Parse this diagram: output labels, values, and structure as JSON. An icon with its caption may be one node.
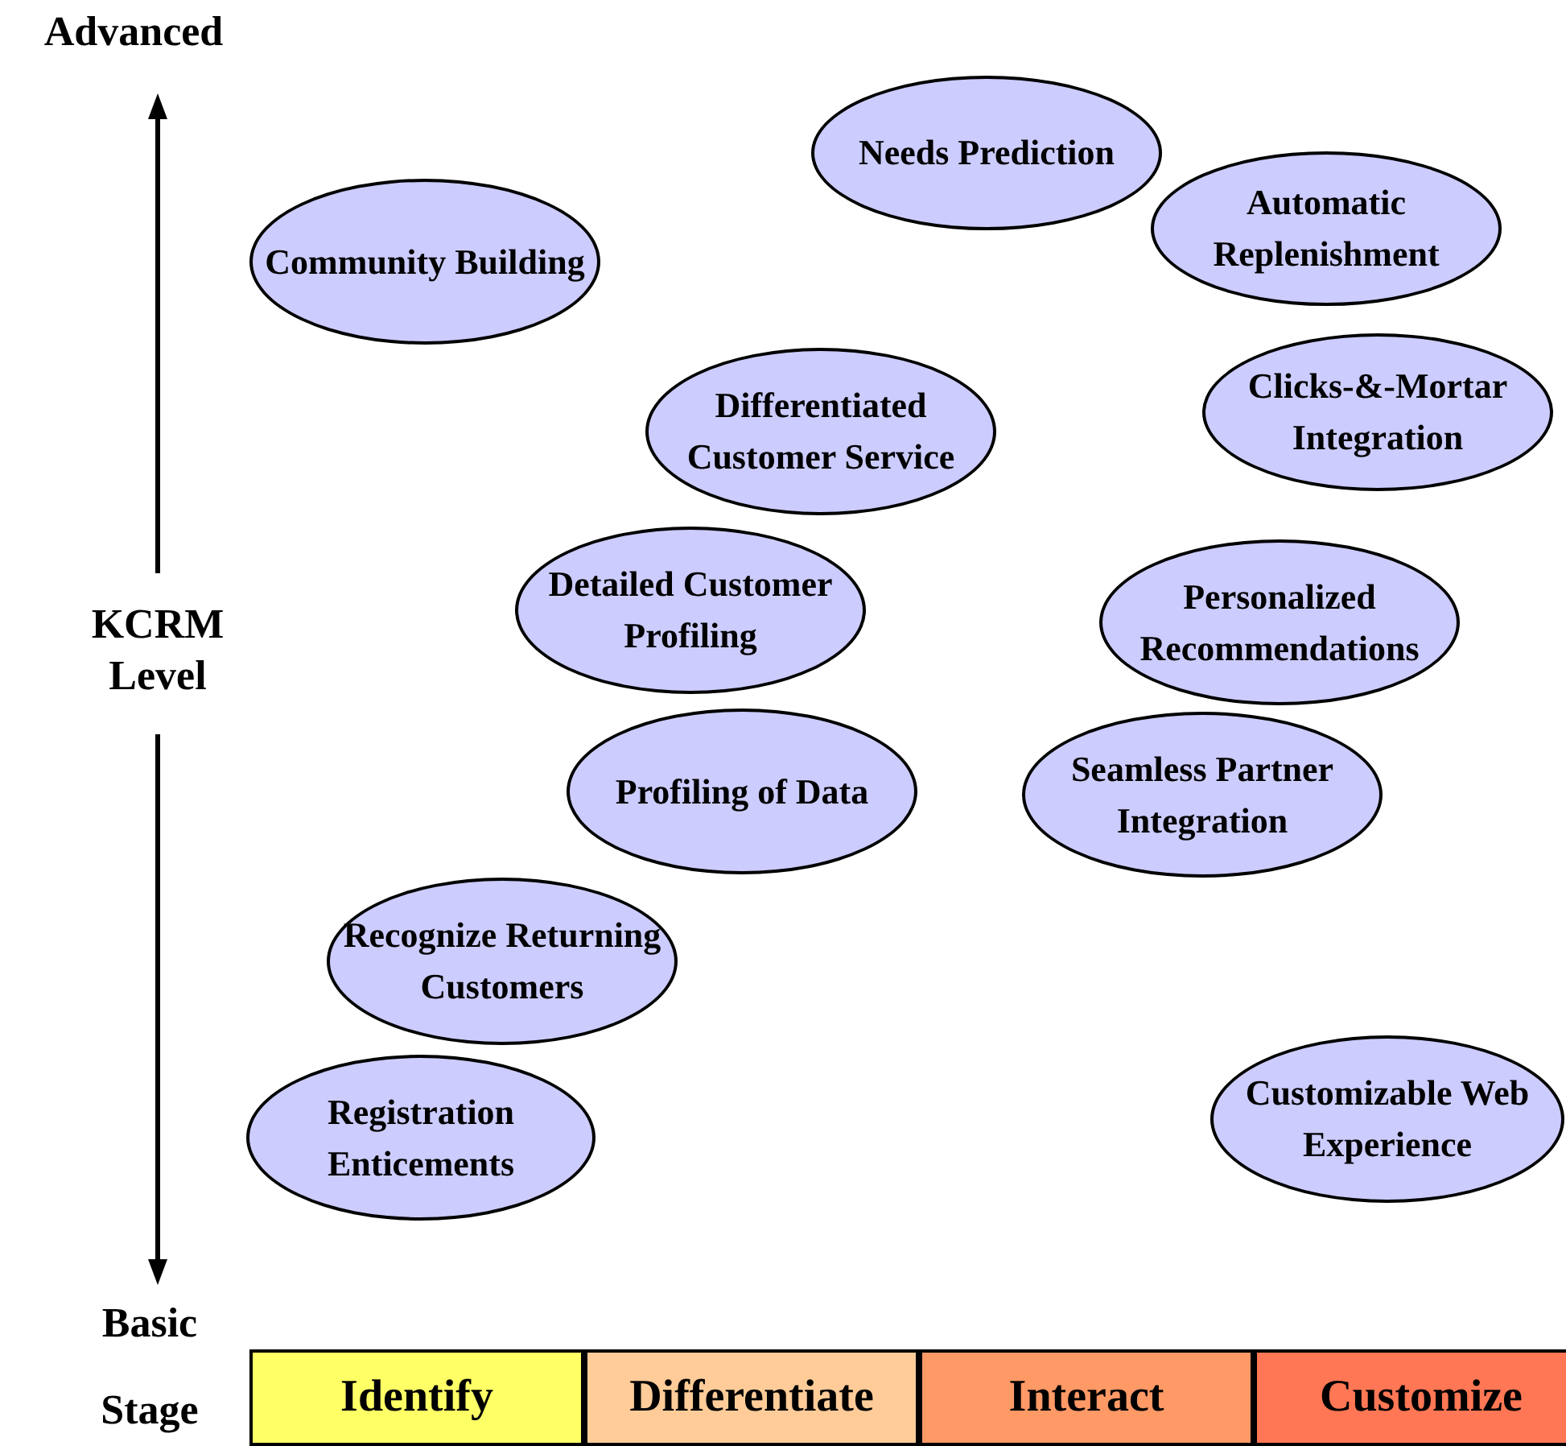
{
  "diagram": {
    "nodes": [
      {
        "text": [
          "Needs Prediction"
        ]
      },
      {
        "text": [
          "Automatic Replenishment"
        ]
      },
      {
        "text": [
          "Community Building"
        ]
      },
      {
        "text": [
          "Clicks-&-Mortar Integration"
        ]
      },
      {
        "text": [
          "Differentiated Customer Service"
        ]
      },
      {
        "text": [
          "Detailed Customer Profiling"
        ]
      },
      {
        "text": [
          "Personalized Recommendations"
        ]
      },
      {
        "text": [
          "Profiling of Data"
        ]
      },
      {
        "text": [
          "Seamless Partner Integration"
        ]
      },
      {
        "text": [
          "Recognize Returning Customers"
        ]
      },
      {
        "text": [
          "Customizable Web Experience"
        ]
      },
      {
        "text": [
          "Registration Enticements"
        ]
      },
      {
        "text": [
          "Identify"
        ]
      },
      {
        "text": [
          "Differentiate"
        ]
      },
      {
        "text": [
          "Interact"
        ]
      },
      {
        "text": [
          "Customize"
        ]
      }
    ],
    "labels": [
      "Advanced",
      "KCRM Level",
      "Basic",
      "Stage"
    ]
  }
}
